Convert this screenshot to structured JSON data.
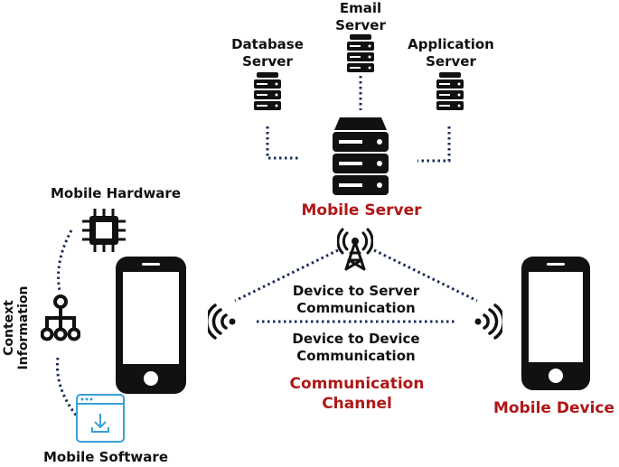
{
  "labels": {
    "email_server": "Email\nServer",
    "database_server": "Database\nServer",
    "application_server": "Application\nServer",
    "mobile_server": "Mobile Server",
    "mobile_hardware": "Mobile Hardware",
    "context_information": "Context\nInformation",
    "device_to_server": "Device to Server\nCommunication",
    "device_to_device": "Device to Device\nCommunication",
    "communication_channel": "Communication\nChannel",
    "mobile_device": "Mobile Device",
    "mobile_software": "Mobile Software"
  },
  "colors": {
    "accent_red": "#b01717",
    "dotted_line": "#1c2d57",
    "software_icon": "#3a9fd8",
    "icon_black": "#111111"
  },
  "icons": [
    "server-icon",
    "cell-tower-icon",
    "wifi-signal-icon",
    "smartphone-icon",
    "chip-icon",
    "hierarchy-icon",
    "download-window-icon"
  ]
}
